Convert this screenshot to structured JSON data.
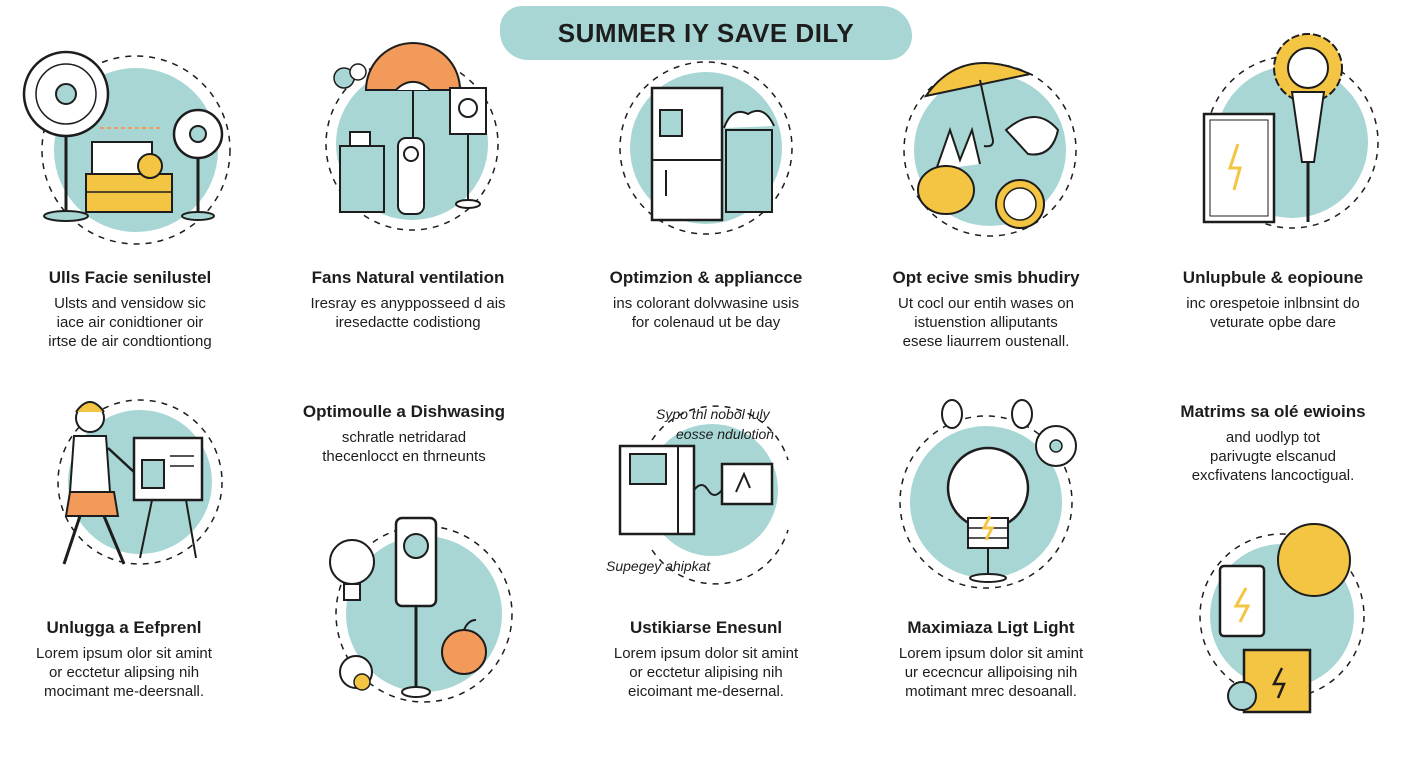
{
  "header": {
    "title": "SUMMER IY SAVE DILY"
  },
  "colors": {
    "teal": "#a7d6d4",
    "orange": "#f29a5a",
    "yellow": "#f4c542",
    "ink": "#1d1d1d"
  },
  "tips": [
    {
      "title": "Ulls Facie senilustel",
      "lines": [
        "Ulsts and vensidow sic",
        "iace air conidtioner oir",
        "irtse de air condtiontiong"
      ],
      "icon": "fan-and-box-icon"
    },
    {
      "title": "Fans Natural ventilation",
      "lines": [
        "Iresray es anypposseed d ais",
        "iresedactte codistiong"
      ],
      "icon": "umbrella-dehumidifier-icon"
    },
    {
      "title": "Optimzion & appliancce",
      "lines": [
        "ins colorant dolvwasine usis",
        "for colenaud ut be day"
      ],
      "icon": "refrigerator-icon"
    },
    {
      "title": "Opt ecive smis bhudiry",
      "lines": [
        "Ut cocl our entih wases on",
        "istuenstion alliputants",
        "esese liaurrem oustenall."
      ],
      "icon": "umbrella-lemon-icon"
    },
    {
      "title": "Unlupbule & eopioune",
      "lines": [
        "inc orespetoie inlbnsint do",
        "veturate opbe dare"
      ],
      "icon": "gear-book-lamp-icon"
    },
    {
      "title": "Optimoulle a Dishwasing",
      "lines": [
        "schratle netridarad",
        "thecenlocct en thrneunts"
      ],
      "icon": ""
    },
    {
      "title": "Matrims sa olé ewioins",
      "lines": [
        "and uodlyp tot",
        "parivugte elscanud",
        "excfivatens lancoctigual."
      ],
      "icon": ""
    },
    {
      "title": "Unlugga a Eefprenl",
      "lines": [
        "Lorem ipsum olor sit amint",
        "or ecctetur alipsing nih",
        "mocimant me-deersnall."
      ],
      "icon": "person-presentation-icon"
    },
    {
      "title": "Ustikiarse Enesunl",
      "lines": [
        "Lorem ipsum dolor sit amint",
        "or ecctetur alipising nih",
        "eicoimant me-desernal."
      ],
      "icon": "power-meter-icon"
    },
    {
      "title": "Maximiaza Ligt Light",
      "lines": [
        "Lorem ipsum dolor sit amint",
        "ur ececncur allipoising nih",
        "motimant mrec desoanall."
      ],
      "icon": "light-bulb-icon"
    }
  ],
  "annotations": {
    "top": [
      "Sypo thl nobol luly",
      "eosse ndulotion"
    ],
    "bottom": "Supegey ahipkat"
  }
}
